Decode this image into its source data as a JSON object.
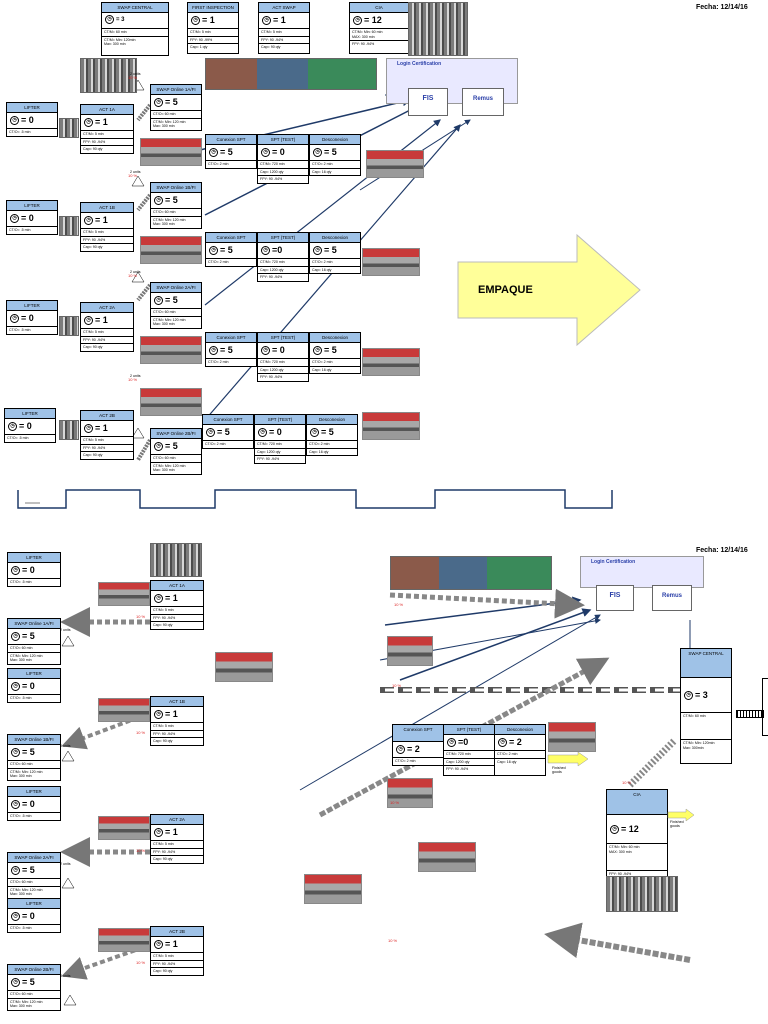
{
  "fecha": "Fecha: 12/14/16",
  "top": {
    "swap_central": {
      "title": "SWAP CENTRAL",
      "value": "= 3",
      "rows": [
        "CT/M= 60 min",
        "CT/M= Min: 120min\nMax: 300 min"
      ]
    },
    "first_inspection": {
      "title": "FIRST INSPECTION",
      "value": "= 1",
      "rows": [
        "CT/M= 5 min",
        "FPY: 90 -99%",
        "Cap= 1 qty"
      ]
    },
    "act_swap": {
      "title": "ACT SWAP",
      "value": "= 1",
      "rows": [
        "CT/M= 5 min",
        "FPY: 90 -94%",
        "Cap= 90 qty"
      ]
    },
    "cia": {
      "title": "CIA",
      "value": "= 12",
      "rows": [
        "CT/M= Min: 60 min\nMAX: 300 min",
        "FPY: 90 -94%"
      ]
    },
    "login": "Login Certification",
    "fis": "FIS",
    "remus": "Remus",
    "empaque": "EMPAQUE",
    "pct": "10 %",
    "units": "2 units",
    "lines": [
      {
        "lifter": {
          "title": "LIFTER",
          "value": "= 0",
          "rows": [
            "CT/O= .5 min"
          ]
        },
        "act": {
          "title": "ACT 1A",
          "value": "= 1",
          "rows": [
            "CT/M= 5 min",
            "FPY: 90 -94%",
            "Cap= 90 qty"
          ]
        },
        "swap": {
          "title": "SWAP Online 1A/FI",
          "value": "= 5",
          "rows": [
            "CT/O= 60 min",
            "CT/M= Min: 120 min\nMax: 300 min"
          ]
        },
        "conn": {
          "title": "Conexion SPT",
          "value": "= 5",
          "rows": [
            "CT/O= 2 min"
          ]
        },
        "spt": {
          "title": "SPT (TEST)",
          "value": "= 0",
          "rows": [
            "CT/M= 720 min",
            "Cap= 1200 qty",
            "FPY: 90 -94%"
          ]
        },
        "desc": {
          "title": "Desconexion",
          "value": "= 5",
          "rows": [
            "CT/O= 2 min",
            "Cap= 16 qty"
          ]
        }
      },
      {
        "lifter": {
          "title": "LIFTER",
          "value": "= 0",
          "rows": [
            "CT/O= .5 min"
          ]
        },
        "act": {
          "title": "ACT 1B",
          "value": "= 1",
          "rows": [
            "CT/M= 5 min",
            "FPY: 90 -94%",
            "Cap= 90 qty"
          ]
        },
        "swap": {
          "title": "SWAP Online 1B/FI",
          "value": "= 5",
          "rows": [
            "CT/O= 60 min",
            "CT/M= Min: 120 min\nMax: 300 min"
          ]
        },
        "conn": {
          "title": "Conexion SPT",
          "value": "= 5",
          "rows": [
            "CT/O= 2 min"
          ]
        },
        "spt": {
          "title": "SPT (TEST)",
          "value": "=0",
          "rows": [
            "CT/M= 720 min",
            "Cap= 1200 qty",
            "FPY: 90 -94%"
          ]
        },
        "desc": {
          "title": "Desconexion",
          "value": "= 5",
          "rows": [
            "CT/O= 2 min",
            "Cap= 16 qty"
          ]
        }
      },
      {
        "lifter": {
          "title": "LIFTER",
          "value": "= 0",
          "rows": [
            "CT/O= .5 min"
          ]
        },
        "act": {
          "title": "ACT 2A",
          "value": "= 1",
          "rows": [
            "CT/M= 5 min",
            "FPY: 90 -94%",
            "Cap= 90 qty"
          ]
        },
        "swap": {
          "title": "SWAP Online 2A/FI",
          "value": "= 5",
          "rows": [
            "CT/O= 60 min",
            "CT/M= Min: 120 min\nMax: 300 min"
          ]
        },
        "conn": {
          "title": "Conexion SPT",
          "value": "= 5",
          "rows": [
            "CT/O= 2 min"
          ]
        },
        "spt": {
          "title": "SPT (TEST)",
          "value": "= 0",
          "rows": [
            "CT/M= 720 min",
            "Cap= 1200 qty",
            "FPY: 90 -94%"
          ]
        },
        "desc": {
          "title": "Desconexion",
          "value": "= 5",
          "rows": [
            "CT/O= 2 min",
            "Cap= 16 qty"
          ]
        }
      },
      {
        "lifter": {
          "title": "LIFTER",
          "value": "= 0",
          "rows": [
            "CT/O= .5 min"
          ]
        },
        "act": {
          "title": "ACT 2B",
          "value": "= 1",
          "rows": [
            "CT/M= 5 min",
            "FPY: 90 -94%",
            "Cap= 90 qty"
          ]
        },
        "swap": {
          "title": "SWAP Online 2B/FI",
          "value": "= 5",
          "rows": [
            "CT/O= 60 min",
            "CT/M= Min: 120 min\nMax: 300 min"
          ]
        },
        "conn": {
          "title": "Conexion SPT",
          "value": "= 5",
          "rows": [
            "CT/O= 2 min"
          ]
        },
        "spt": {
          "title": "SPT (TEST)",
          "value": "= 0",
          "rows": [
            "CT/M= 720 min",
            "Cap= 1200 qty",
            "FPY: 90 -94%"
          ]
        },
        "desc": {
          "title": "Desconexion",
          "value": "= 5",
          "rows": [
            "CT/O= 2 min",
            "Cap= 16 qty"
          ]
        }
      }
    ]
  },
  "bottom": {
    "login": "Login Certification",
    "fis": "FIS",
    "remus": "Remus",
    "finished": "Finished goods",
    "pct": "10 %",
    "units": "2 units",
    "swap_central": {
      "title": "SWAP CENTRAL",
      "value": "= 3",
      "rows": [
        "CT/M= 60 min",
        "CT/M= Min: 120min\nMax: 300min"
      ]
    },
    "cia": {
      "title": "CIA",
      "value": "= 12",
      "rows": [
        "CT/M= Min: 60 min\nMAX: 300 min",
        "FPY: 90 -94%"
      ]
    },
    "conn": {
      "title": "Conexion SPT",
      "value": "= 2",
      "rows": [
        "CT/O= 2 min"
      ]
    },
    "spt": {
      "title": "SPT (TEST)",
      "value": "=0",
      "rows": [
        "CT/M= 720 min",
        "Cap= 1200 qty",
        "FPY: 90 -94%"
      ]
    },
    "desc": {
      "title": "Desconexion",
      "value": "= 2",
      "rows": [
        "CT/O= 2 min",
        "Cap= 16 qty"
      ]
    },
    "lines": [
      {
        "lifter": {
          "title": "LIFTER",
          "value": "= 0",
          "rows": [
            "CT/O= .5 min"
          ]
        },
        "act": {
          "title": "ACT 1A",
          "value": "= 1",
          "rows": [
            "CT/M= 5 min",
            "FPY: 90 -94%",
            "Cap= 90 qty"
          ]
        },
        "swap": {
          "title": "SWAP Online 1A/FI",
          "value": "= 5",
          "rows": [
            "CT/O= 60 min",
            "CT/M= Min: 120 min\nMax: 300 min"
          ]
        }
      },
      {
        "lifter": {
          "title": "LIFTER",
          "value": "= 0",
          "rows": [
            "CT/O= .5 min"
          ]
        },
        "act": {
          "title": "ACT 1B",
          "value": "= 1",
          "rows": [
            "CT/M= 5 min",
            "FPY: 90 -94%",
            "Cap= 90 qty"
          ]
        },
        "swap": {
          "title": "SWAP Online 1B/FI",
          "value": "= 5",
          "rows": [
            "CT/O= 60 min",
            "CT/M= Min: 120 min\nMax: 300 min"
          ]
        }
      },
      {
        "lifter": {
          "title": "LIFTER",
          "value": "= 0",
          "rows": [
            "CT/O= .5 min"
          ]
        },
        "act": {
          "title": "ACT 2A",
          "value": "= 1",
          "rows": [
            "CT/M= 5 min",
            "FPY: 90 -94%",
            "Cap= 90 qty"
          ]
        },
        "swap": {
          "title": "SWAP Online 2A/FI",
          "value": "= 5",
          "rows": [
            "CT/O= 60 min",
            "CT/M= Min: 120 min\nMax: 300 min"
          ]
        }
      },
      {
        "lifter": {
          "title": "LIFTER",
          "value": "= 0",
          "rows": [
            "CT/O= .5 min"
          ]
        },
        "act": {
          "title": "ACT 2B",
          "value": "= 1",
          "rows": [
            "CT/M= 5 min",
            "FPY: 90 -94%",
            "Cap= 90 qty"
          ]
        },
        "swap": {
          "title": "SWAP Online 2B/FI",
          "value": "= 5",
          "rows": [
            "CT/O= 60 min",
            "CT/M= Min: 120 min\nMax: 300 min"
          ]
        }
      }
    ]
  }
}
